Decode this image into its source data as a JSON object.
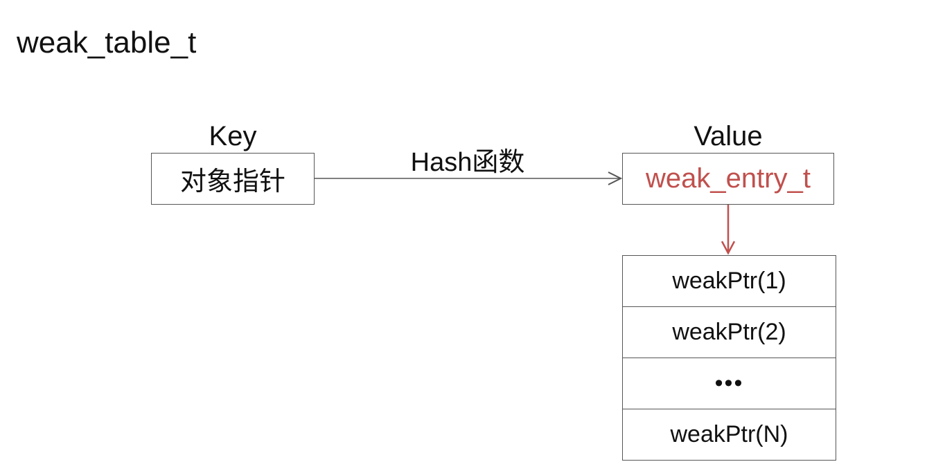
{
  "title": "weak_table_t",
  "key": {
    "label": "Key",
    "box_text": "对象指针"
  },
  "value": {
    "label": "Value",
    "box_text": "weak_entry_t",
    "text_color": "#c0504d"
  },
  "mapping": {
    "label_prefix": "Hash",
    "label_suffix": "函数"
  },
  "weak_list": {
    "items": [
      "weakPtr(1)",
      "weakPtr(2)",
      "•••",
      "weakPtr(N)"
    ]
  },
  "colors": {
    "arrow_gray": "#555555",
    "arrow_red": "#c0504d"
  }
}
